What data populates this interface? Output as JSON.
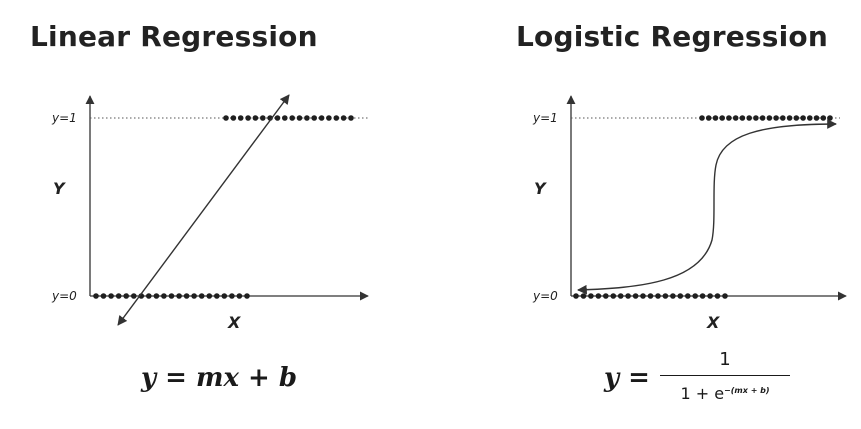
{
  "panels": {
    "linear": {
      "title": "Linear Regression",
      "y_label": "Y",
      "x_label": "X",
      "tick_y1": "y=1",
      "tick_y0": "y=0",
      "equation": "y = mx + b",
      "dots_upper_count": 18,
      "dots_lower_count": 21
    },
    "logistic": {
      "title": "Logistic Regression",
      "y_label": "Y",
      "x_label": "X",
      "tick_y1": "y=1",
      "tick_y0": "y=0",
      "equation_lhs": "y =",
      "equation_numerator": "1",
      "equation_denominator_base": "1 + e",
      "equation_exponent": "−(mx + b)",
      "dots_upper_count": 20,
      "dots_lower_count": 21
    }
  }
}
